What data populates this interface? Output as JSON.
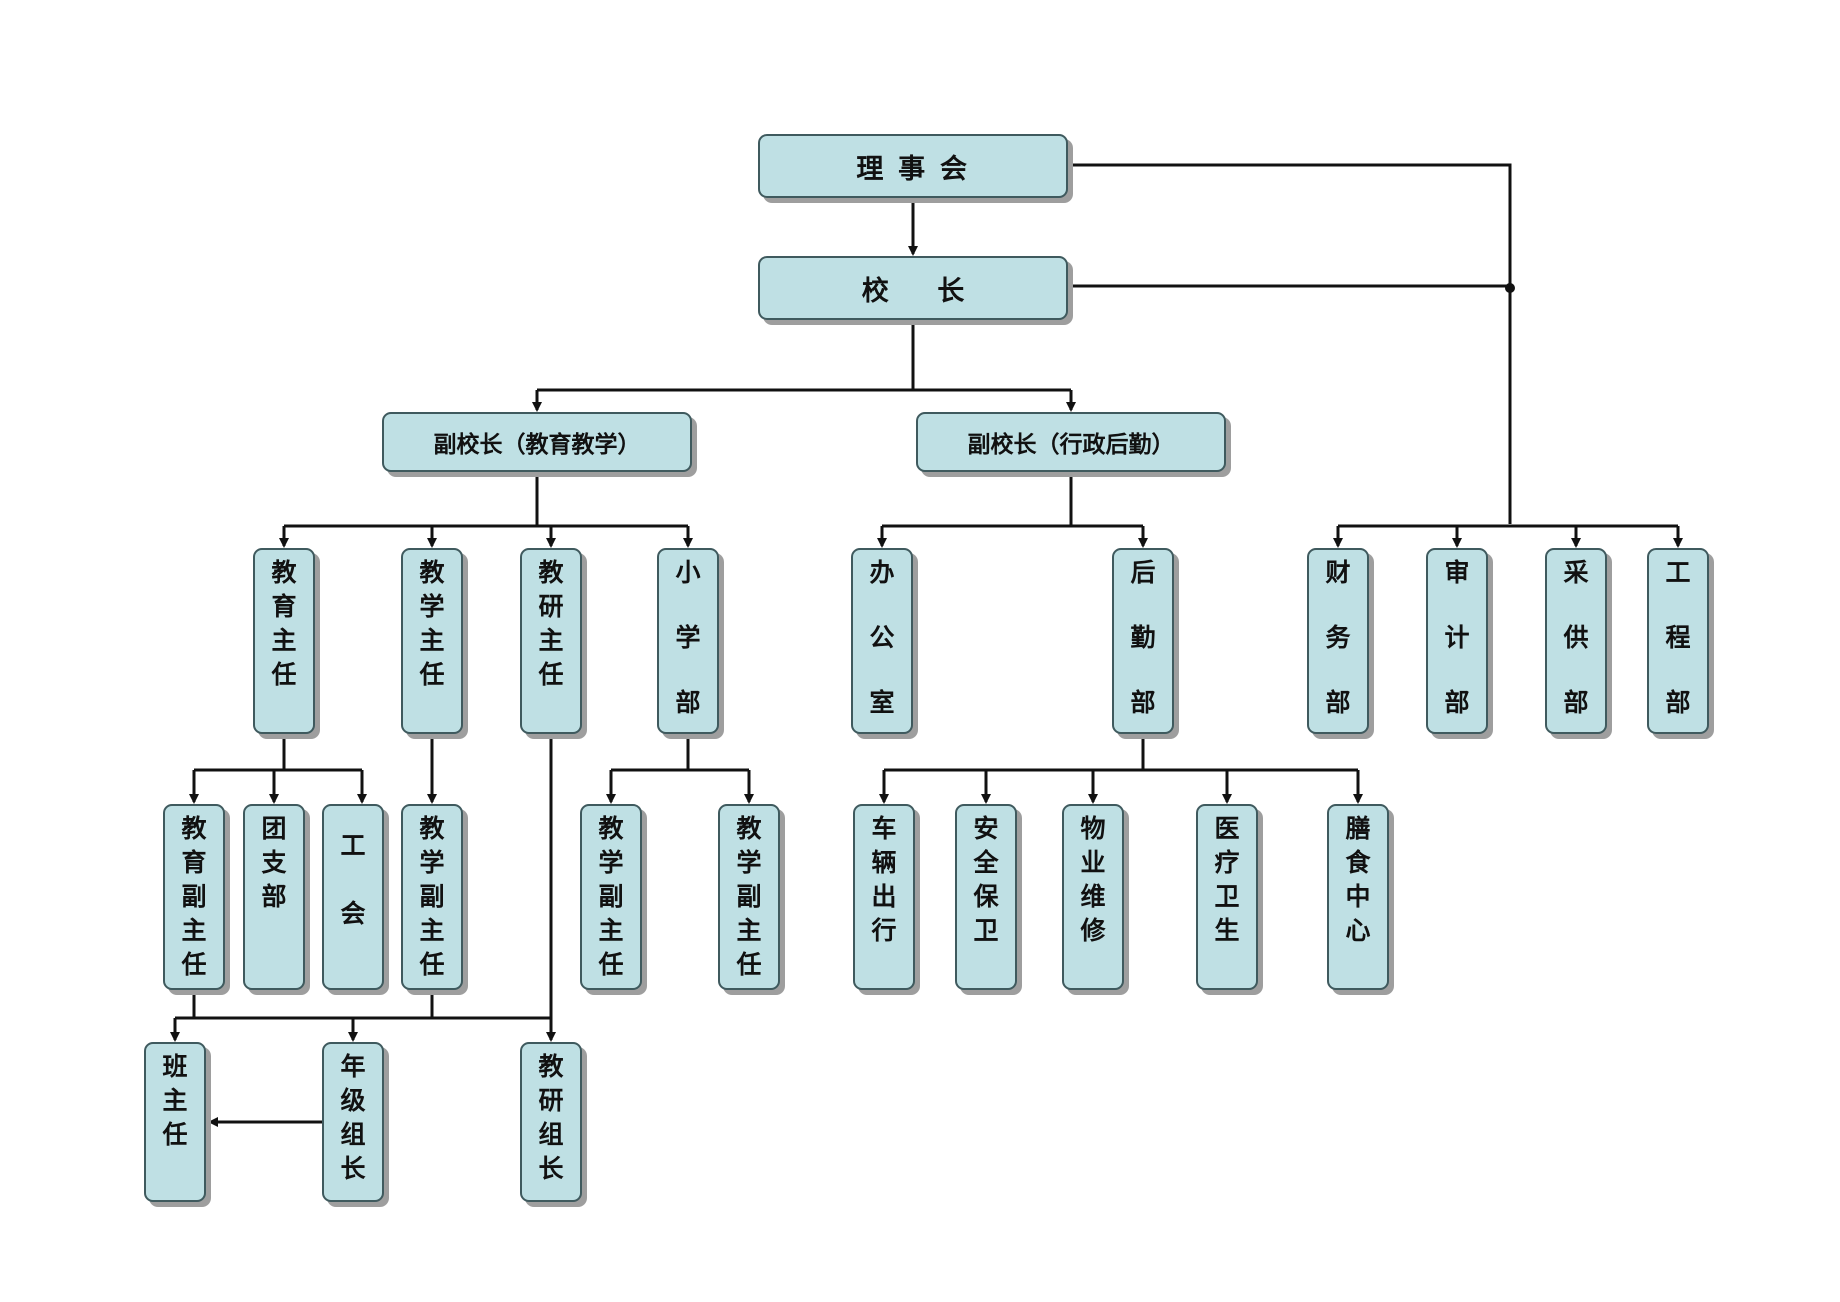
{
  "nodes": {
    "board": "理 事 会",
    "principal": "校长",
    "vp_education": "副校长（教育教学）",
    "vp_admin": "副校长（行政后勤）",
    "edu_director": "教育主任",
    "teach_director": "教学主任",
    "research_director": "教研主任",
    "primary_dept": "小学部",
    "office": "办公室",
    "logistics_dept": "后勤部",
    "finance_dept": "财务部",
    "audit_dept": "审计部",
    "procurement_dept": "采供部",
    "engineering_dept": "工程部",
    "edu_deputy": "教育副主任",
    "youth_league": "团支部",
    "union": "工会",
    "teach_deputy": "教学副主任",
    "primary_teach_deputy_1": "教学副主任",
    "primary_teach_deputy_2": "教学副主任",
    "vehicles": "车辆出行",
    "security": "安全保卫",
    "property": "物业维修",
    "medical": "医疗卫生",
    "catering": "膳食中心",
    "class_teacher": "班主任",
    "grade_leader": "年级组长",
    "research_leader": "教研组长"
  }
}
